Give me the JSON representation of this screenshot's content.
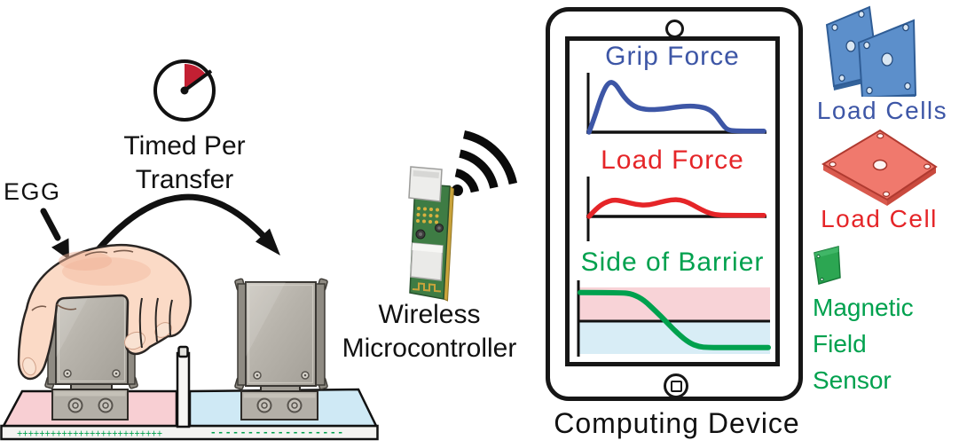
{
  "scene": {
    "egg_label": "EGG",
    "timer_caption": [
      "Timed Per",
      "Transfer"
    ],
    "positive_markers": "++++++++++++++++++++++++++",
    "negative_markers": "- - - - - - - - - - - - - - - - - -"
  },
  "microcontroller": {
    "label": [
      "Wireless",
      "Microcontroller"
    ]
  },
  "computing_device": {
    "label": "Computing Device"
  },
  "sensors": {
    "load_cells": "Load Cells",
    "load_cell": "Load Cell",
    "magnetic": [
      "Magnetic",
      "Field",
      "Sensor"
    ]
  },
  "colors": {
    "blue": "#3D56A6",
    "red": "#E52528",
    "green": "#00A14E",
    "band_pink": "#F8D3D7",
    "band_blue": "#D8EDF6",
    "ground_pink": "#F8CFD3",
    "ground_blue": "#CFE9F5",
    "timer_wedge": "#C32033",
    "plate_blue": "#5C8FCB",
    "plate_red": "#F0796D",
    "chip_green": "#2CA652"
  },
  "chart_data": [
    {
      "type": "line",
      "title": "Grip Force",
      "color": "#3D56A6",
      "x": [
        0,
        0.03,
        0.07,
        0.11,
        0.15,
        0.2,
        0.26,
        0.33,
        0.42,
        0.5,
        0.57,
        0.63,
        0.68,
        0.72,
        0.76,
        0.79,
        0.84,
        1.0
      ],
      "y": [
        0,
        0.25,
        0.65,
        0.9,
        0.88,
        0.62,
        0.45,
        0.4,
        0.41,
        0.45,
        0.47,
        0.46,
        0.42,
        0.33,
        0.15,
        0.04,
        0.02,
        0.02
      ],
      "xlabel": "",
      "ylabel": "",
      "xlim": [
        0,
        1
      ],
      "ylim": [
        0,
        1
      ],
      "grid": false,
      "legend": false
    },
    {
      "type": "line",
      "title": "Load Force",
      "color": "#E52528",
      "x": [
        0,
        0.04,
        0.09,
        0.14,
        0.2,
        0.27,
        0.34,
        0.41,
        0.47,
        0.52,
        0.57,
        0.62,
        0.67,
        0.72,
        0.78,
        1.0
      ],
      "y": [
        0,
        0.14,
        0.25,
        0.3,
        0.27,
        0.21,
        0.2,
        0.26,
        0.3,
        0.3,
        0.25,
        0.16,
        0.08,
        0.03,
        0.02,
        0.02
      ],
      "xlabel": "",
      "ylabel": "",
      "xlim": [
        0,
        1
      ],
      "ylim": [
        0,
        1
      ],
      "grid": false,
      "legend": false
    },
    {
      "type": "line",
      "title": "Side of Barrier",
      "color": "#00A14E",
      "x": [
        0,
        0.22,
        0.28,
        0.34,
        0.4,
        0.46,
        0.52,
        0.58,
        0.63,
        0.68,
        0.74,
        1.0
      ],
      "y": [
        0.84,
        0.84,
        0.82,
        0.74,
        0.6,
        0.45,
        0.3,
        0.18,
        0.13,
        0.12,
        0.12,
        0.12
      ],
      "xlabel": "",
      "ylabel": "",
      "xlim": [
        0,
        1
      ],
      "ylim": [
        0,
        1
      ],
      "grid": false,
      "legend": false,
      "bands": [
        {
          "side": "start-side (pink)",
          "color": "#F8D3D7",
          "range": [
            0.47,
            0.92
          ]
        },
        {
          "side": "end-side (blue)",
          "color": "#D8EDF6",
          "range": [
            0.04,
            0.47
          ]
        }
      ],
      "midline": 0.47
    }
  ]
}
